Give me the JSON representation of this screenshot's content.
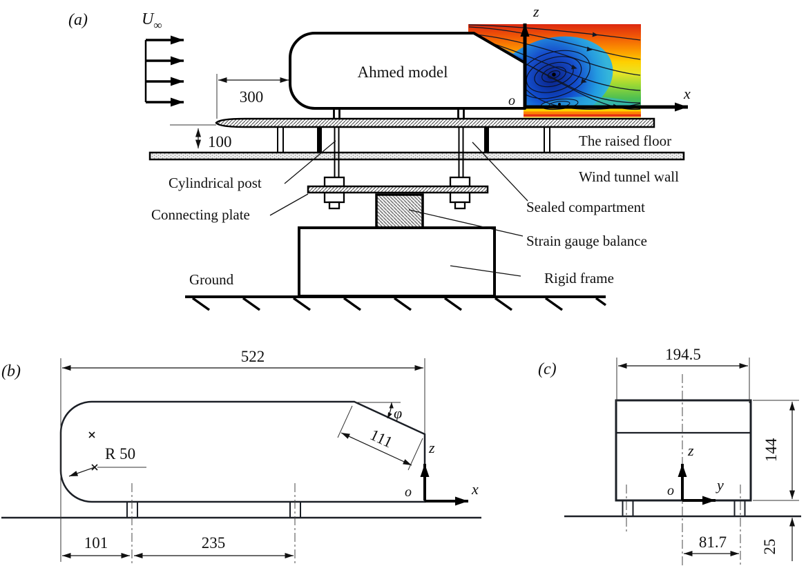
{
  "figure": {
    "colors": {
      "line": "#111111",
      "flow_hot": "#dc2810",
      "flow_warm": "#fb9400",
      "flow_yellow": "#ffd000",
      "flow_green": "#58c838",
      "flow_wake_blue": "#0f4ad2"
    },
    "panel_a": {
      "tag": "(a)",
      "freestream_symbol": "U",
      "freestream_subscript": "∞",
      "dim_model_nose_offset": "300",
      "dim_floor_height": "100",
      "model_label": "Ahmed model",
      "axis_z": "z",
      "axis_x": "x",
      "origin": "o",
      "label_raised_floor": "The raised floor",
      "label_wind_tunnel_wall": "Wind tunnel wall",
      "label_cylindrical_post": "Cylindrical post",
      "label_sealed_compartment": "Sealed compartment",
      "label_connecting_plate": "Connecting plate",
      "label_strain_gauge_balance": "Strain gauge balance",
      "label_rigid_frame": "Rigid frame",
      "label_ground": "Ground"
    },
    "panel_b": {
      "tag": "(b)",
      "dim_length": "522",
      "dim_slant_length": "111",
      "slant_angle_symbol": "φ",
      "nose_radius": "R 50",
      "dim_front_post_offset": "101",
      "dim_post_spacing": "235",
      "axis_z": "z",
      "axis_x": "x",
      "origin": "o"
    },
    "panel_c": {
      "tag": "(c)",
      "dim_width": "194.5",
      "dim_height": "144",
      "dim_post_track": "81.7",
      "dim_ground_clearance": "25",
      "axis_z": "z",
      "axis_y": "y",
      "origin": "o"
    }
  }
}
